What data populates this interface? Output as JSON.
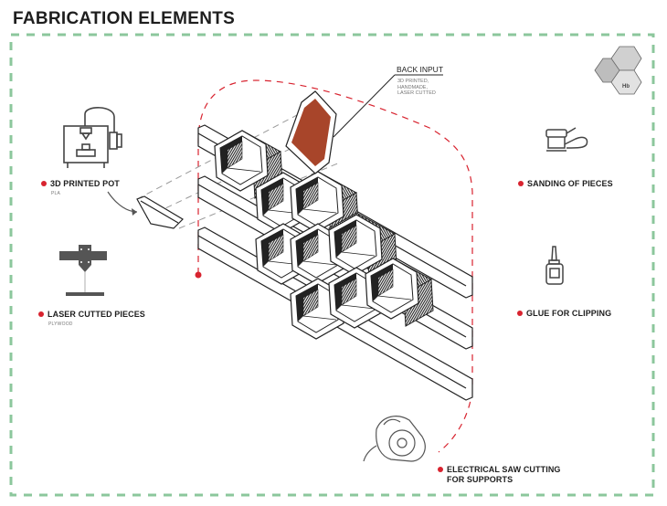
{
  "title": "FABRICATION ELEMENTS",
  "colors": {
    "border": "#8cc79c",
    "accent_dot": "#d8232f",
    "dashed_path": "#d8232f",
    "back_panel": "#a8452a",
    "logo_hex_1": "#bdbdbd",
    "logo_hex_2": "#d0d0d0",
    "logo_hex_3": "#e2e2e2"
  },
  "logo": {
    "text": "Hb"
  },
  "back_input": {
    "title": "BACK INPUT",
    "lines": [
      "3D PRINTED,",
      "HANDMADE,",
      "LASER CUTTED"
    ]
  },
  "elements": {
    "printed_pot": {
      "label": "3D PRINTED POT",
      "sub": "PLA",
      "icon": "3d-printer-icon"
    },
    "laser": {
      "label": "LASER CUTTED PIECES",
      "sub": "PLYWOOD",
      "icon": "laser-cutter-icon"
    },
    "sanding": {
      "label": "SANDING OF PIECES",
      "icon": "sander-icon"
    },
    "glue": {
      "label": "GLUE FOR CLIPPING",
      "icon": "glue-bottle-icon"
    },
    "saw": {
      "label_line1": "ELECTRICAL SAW CUTTING",
      "label_line2": "FOR SUPPORTS",
      "icon": "circular-saw-icon"
    }
  }
}
